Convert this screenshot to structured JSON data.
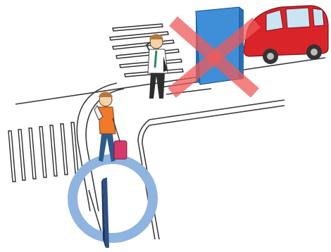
{
  "colors": {
    "background": "#ffffff",
    "line": "#3a3a3a",
    "crosswalk": "#2c2c2c",
    "sign_panel_front": "#3e8fd8",
    "sign_panel_side": "#2a6eb0",
    "cross_mark": "#ef5a5a",
    "car_body": "#d9252a",
    "circle_ring": "#8fb4e0",
    "pole": "#2e4e86"
  },
  "icons": {
    "crosswalk_top": "crosswalk-stripes",
    "crosswalk_left": "crosswalk-stripes",
    "pedestrian_phone": "person-on-phone-icon",
    "pedestrian_suitcase": "person-with-suitcase-icon",
    "car": "red-car-icon",
    "prohibited_sign": "cross-out-icon",
    "blue_panel": "blue-signboard-icon",
    "highlight_circle": "circle-highlight",
    "pole": "pole-icon"
  }
}
